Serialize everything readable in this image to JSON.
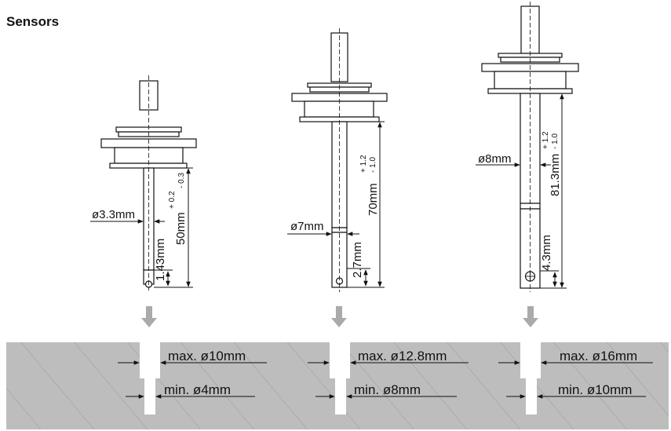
{
  "title": "Sensors",
  "sensors": [
    {
      "diameter": "ø3.3mm",
      "length": "50mm",
      "tolerance_plus": "+ 0.2",
      "tolerance_minus": "- 0.3",
      "tip_length": "1.43mm",
      "max_hole": "max. ø10mm",
      "min_hole": "min. ø4mm"
    },
    {
      "diameter": "ø7mm",
      "length": "70mm",
      "tolerance_plus": "+ 1.2",
      "tolerance_minus": "- 1.0",
      "tip_length": "2.7mm",
      "max_hole": "max. ø12.8mm",
      "min_hole": "min. ø8mm"
    },
    {
      "diameter": "ø8mm",
      "length": "81.3mm",
      "tolerance_plus": "+ 1.2",
      "tolerance_minus": "- 1.0",
      "tip_length": "4.3mm",
      "max_hole": "max. ø16mm",
      "min_hole": "min. ø10mm"
    }
  ],
  "colors": {
    "arrow": "#aaaaaa",
    "block": "#bdbdbd",
    "hatch": "#9a9a9a",
    "line": "#111111"
  }
}
